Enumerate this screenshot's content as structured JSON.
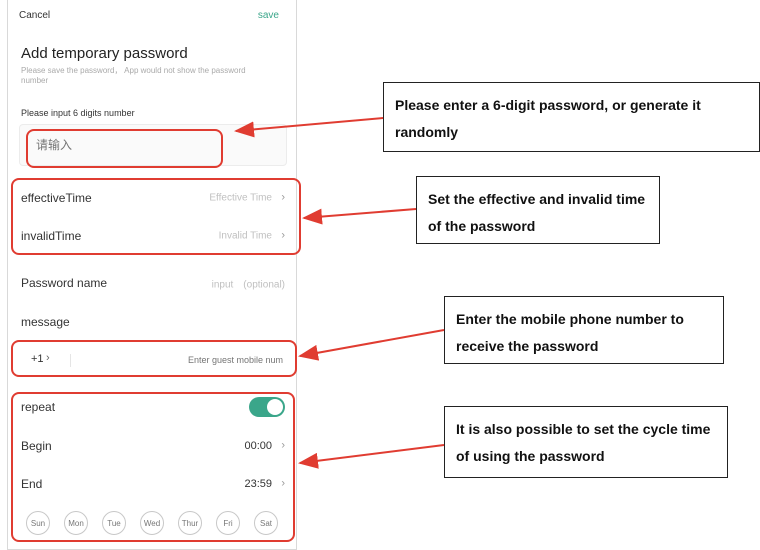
{
  "app": {
    "cancel_label": "Cancel",
    "save_label": "save",
    "title": "Add temporary password",
    "subtitle": "Please save the password， App would not show the password number",
    "input_label": "Please input 6 digits number",
    "password_placeholder": "请输入"
  },
  "rows": {
    "effective": {
      "label": "effectiveTime",
      "value": "Effective Time"
    },
    "invalid": {
      "label": "invalidTime",
      "value": "Invalid Time"
    },
    "password_name": {
      "label": "Password name",
      "placeholder": "input　(optional)"
    },
    "message": {
      "label": "message"
    },
    "phone": {
      "country_code": "+1",
      "placeholder": "Enter guest mobile num"
    },
    "repeat": {
      "label": "repeat",
      "enabled": true
    },
    "begin": {
      "label": "Begin",
      "value": "00:00"
    },
    "end": {
      "label": "End",
      "value": "23:59"
    }
  },
  "days": [
    "Sun",
    "Mon",
    "Tue",
    "Wed",
    "Thur",
    "Fri",
    "Sat"
  ],
  "icons": {
    "chevron": "chevron-right-icon",
    "country_chevron": "chevron-right-icon"
  },
  "colors": {
    "accent": "#3aa68a",
    "highlight": "#e03c31"
  },
  "callouts": {
    "password": "Please enter a 6-digit password, or generate it randomly",
    "time": "Set the effective and invalid time of the password",
    "mobile": "Enter the mobile phone number to receive the password",
    "cycle": "It is also possible to set the cycle time of using the password"
  }
}
